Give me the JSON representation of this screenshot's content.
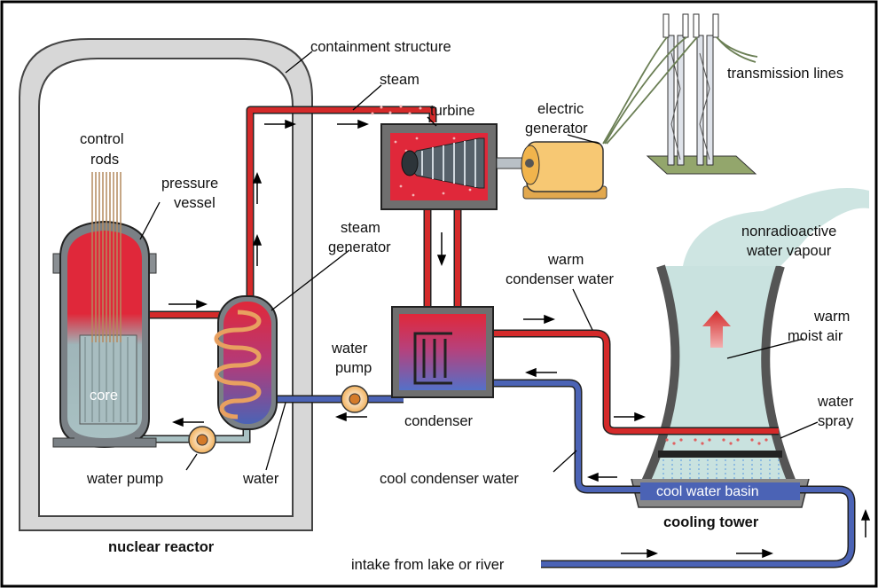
{
  "labels": {
    "containment": "containment structure",
    "steam": "steam",
    "turbine": "turbine",
    "electric_generator": [
      "electric",
      "generator"
    ],
    "transmission": "transmission lines",
    "control_rods": [
      "control",
      "rods"
    ],
    "pressure_vessel": [
      "pressure",
      "vessel"
    ],
    "steam_generator": [
      "steam",
      "generator"
    ],
    "nonradioactive": [
      "nonradioactive",
      "water vapour"
    ],
    "warm_condenser": [
      "warm",
      "condenser water"
    ],
    "warm_air": [
      "warm",
      "moist air"
    ],
    "water_pump_mid": [
      "water",
      "pump"
    ],
    "core": "core",
    "condenser": "condenser",
    "water_spray": [
      "water",
      "spray"
    ],
    "water_pump_left": "water pump",
    "water": "water",
    "cool_condenser": "cool condenser water",
    "basin": "cool water basin",
    "cooling_tower": "cooling tower",
    "nuclear_reactor": "nuclear reactor",
    "intake": "intake from lake or river"
  },
  "colors": {
    "hot": "#d42a2a",
    "cool": "#4b63b5",
    "containment": "#d9d9d9",
    "generator": "#f7c873",
    "vapour": "#c9e2df",
    "ground": "#93a66c"
  }
}
